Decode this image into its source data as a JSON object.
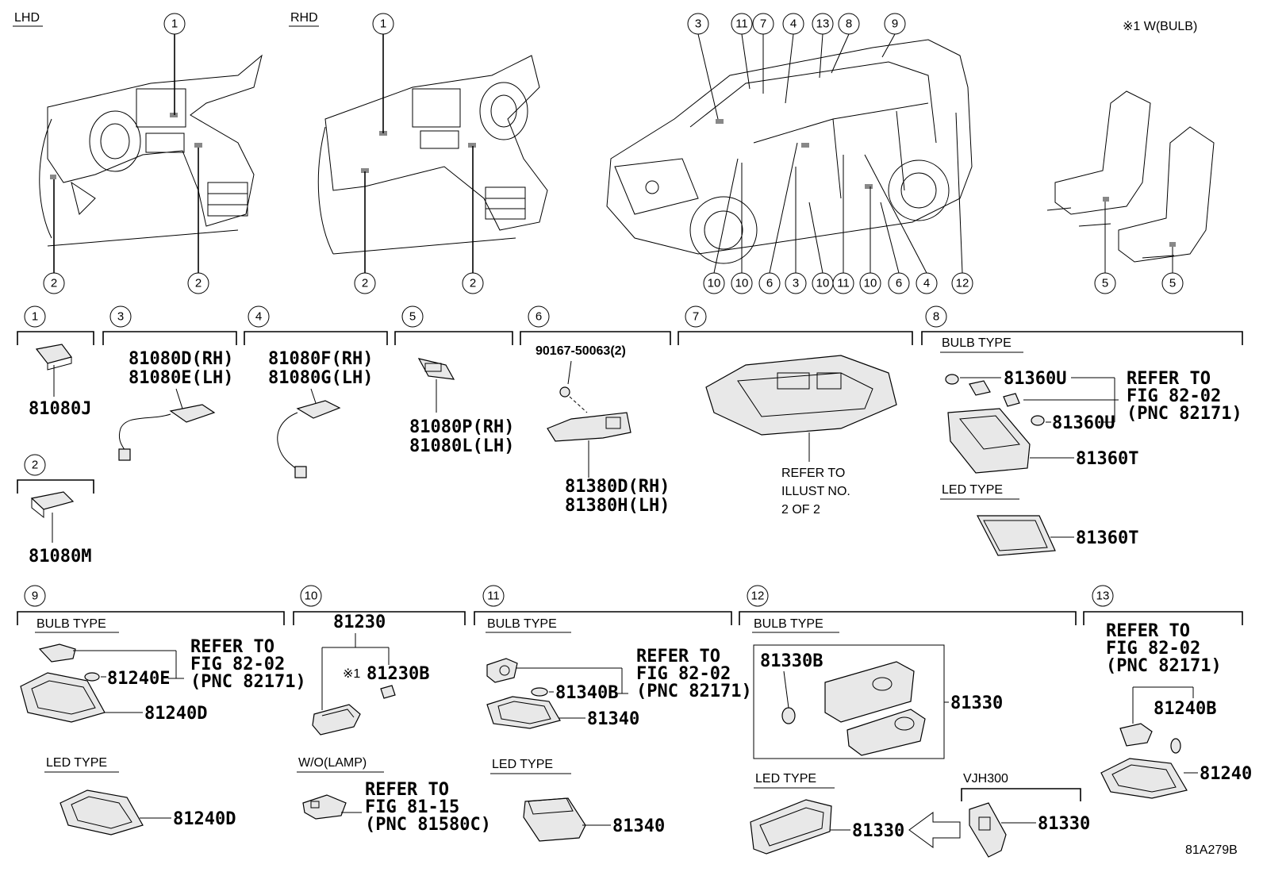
{
  "views": {
    "lhd_label": "LHD",
    "rhd_label": "RHD",
    "note": "※1 W(BULB)",
    "drawing_id": "81A279B"
  },
  "callouts": {
    "lhd_top": "1",
    "lhd_left": "2",
    "lhd_right": "2",
    "rhd_top": "1",
    "rhd_left": "2",
    "rhd_right": "2",
    "veh_top": [
      "3",
      "11",
      "7",
      "4",
      "13",
      "8",
      "9"
    ],
    "veh_bottom": [
      "10",
      "10",
      "6",
      "3",
      "10",
      "11",
      "10",
      "6",
      "4",
      "12"
    ],
    "seat": [
      "5",
      "5"
    ]
  },
  "sections": {
    "s1": {
      "num": "1",
      "part": "81080J"
    },
    "s2": {
      "num": "2",
      "part": "81080M"
    },
    "s3": {
      "num": "3",
      "part_a": "81080D(RH)",
      "part_b": "81080E(LH)"
    },
    "s4": {
      "num": "4",
      "part_a": "81080F(RH)",
      "part_b": "81080G(LH)"
    },
    "s5": {
      "num": "5",
      "part_a": "81080P(RH)",
      "part_b": "81080L(LH)"
    },
    "s6": {
      "num": "6",
      "screw": "90167-50063(2)",
      "part_a": "81380D(RH)",
      "part_b": "81380H(LH)"
    },
    "s7": {
      "num": "7",
      "ref_1": "REFER TO",
      "ref_2": "ILLUST NO.",
      "ref_3": "2 OF 2"
    },
    "s8": {
      "num": "8",
      "bulb_type": "BULB TYPE",
      "bulb_a": "81360U",
      "bulb_b": "81360U",
      "ref_1": "REFER TO",
      "ref_2": "FIG 82-02",
      "ref_3": "(PNC 82171)",
      "housing": "81360T",
      "led_type": "LED TYPE",
      "led_part": "81360T"
    },
    "s9": {
      "num": "9",
      "bulb_type": "BULB TYPE",
      "bulb": "81240E",
      "ref_1": "REFER TO",
      "ref_2": "FIG 82-02",
      "ref_3": "(PNC 82171)",
      "housing": "81240D",
      "led_type": "LED TYPE",
      "led_part": "81240D"
    },
    "s10": {
      "num": "10",
      "part": "81230",
      "note_mark": "※1",
      "bulb": "81230B",
      "wo_lamp": "W/O(LAMP)",
      "ref_1": "REFER TO",
      "ref_2": "FIG 81-15",
      "ref_3": "(PNC 81580C)"
    },
    "s11": {
      "num": "11",
      "bulb_type": "BULB TYPE",
      "bulb": "81340B",
      "ref_1": "REFER TO",
      "ref_2": "FIG 82-02",
      "ref_3": "(PNC 82171)",
      "housing": "81340",
      "led_type": "LED TYPE",
      "led_part": "81340"
    },
    "s12": {
      "num": "12",
      "bulb_type": "BULB TYPE",
      "bulb": "81330B",
      "part": "81330",
      "led_type": "LED TYPE",
      "led_part": "81330",
      "vjh": "VJH300",
      "vjh_part": "81330"
    },
    "s13": {
      "num": "13",
      "ref_1": "REFER TO",
      "ref_2": "FIG 82-02",
      "ref_3": "(PNC 82171)",
      "bulb": "81240B",
      "housing": "81240"
    }
  }
}
